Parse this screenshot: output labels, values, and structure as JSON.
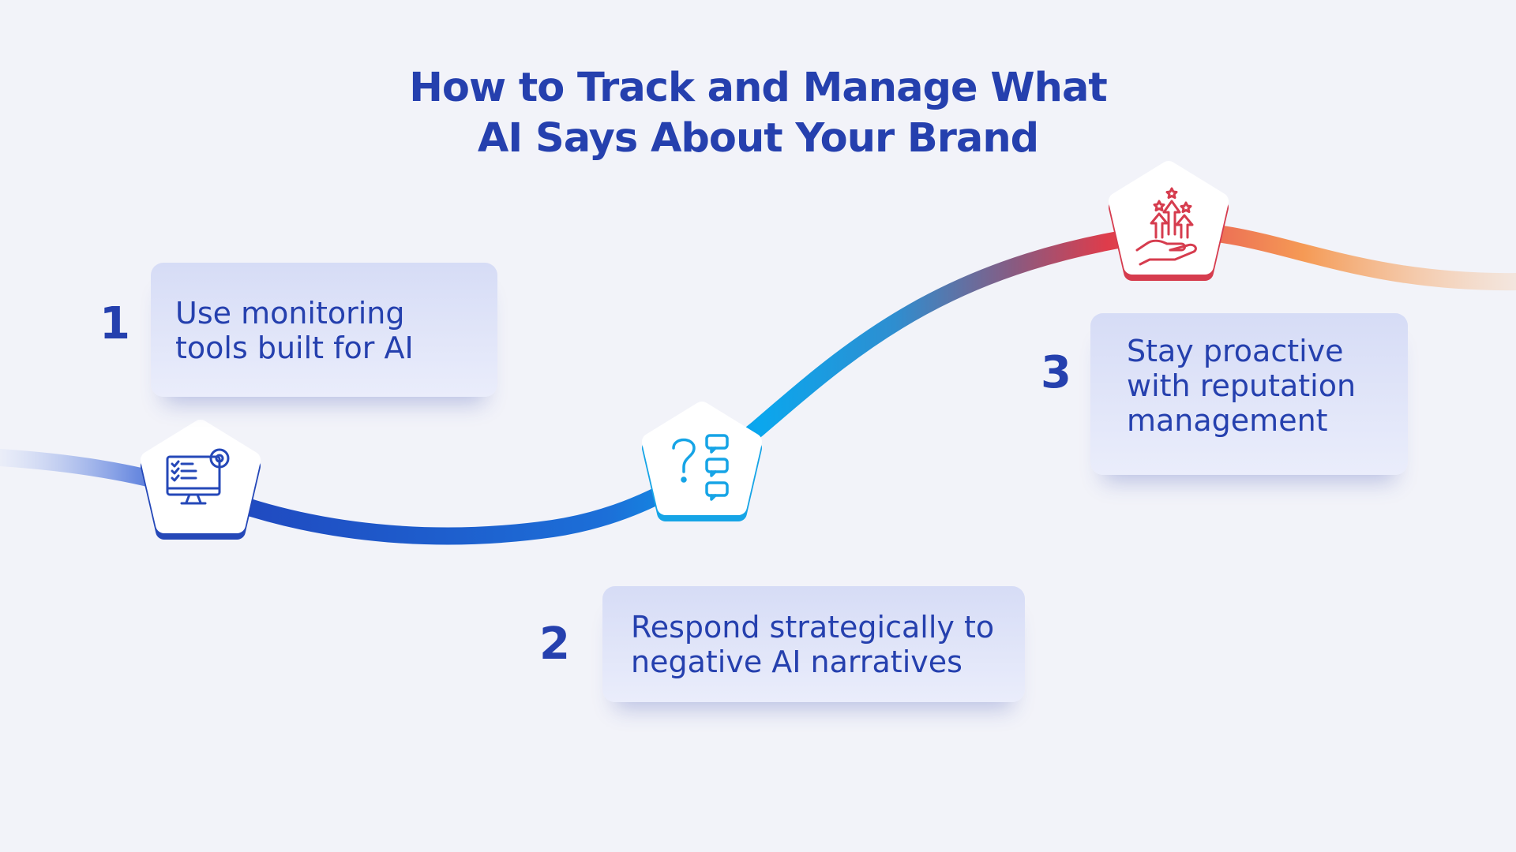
{
  "title": {
    "line1": "How to Track and Manage What",
    "line2": "AI Says About Your Brand"
  },
  "steps": [
    {
      "number": "1",
      "lines": [
        "Use monitoring",
        "tools built for AI"
      ],
      "icon": "monitor-checklist-gear-icon",
      "accent": "#1f4fc4"
    },
    {
      "number": "2",
      "lines": [
        "Respond strategically to",
        "negative AI narratives"
      ],
      "icon": "question-chat-bubbles-icon",
      "accent": "#16a4e6"
    },
    {
      "number": "3",
      "lines": [
        "Stay proactive",
        "with reputation",
        "management"
      ],
      "icon": "hand-growth-arrows-stars-icon",
      "accent": "#d63c4e"
    }
  ],
  "colors": {
    "background": "#f2f3f9",
    "text": "#2540ae",
    "curve_start": "#1f4fc4",
    "curve_mid": "#0aa7ee",
    "curve_peak": "#de3c4b",
    "curve_end": "#f59a55"
  }
}
